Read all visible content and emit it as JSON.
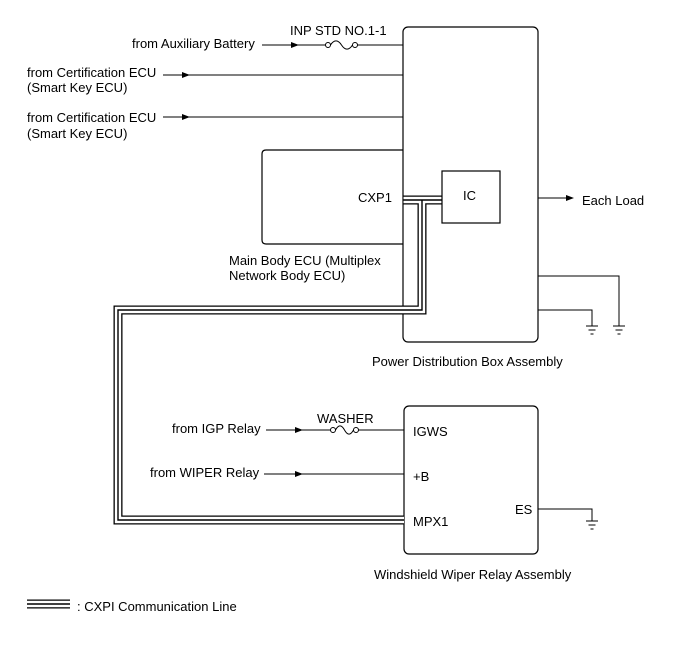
{
  "fuses": {
    "inp_std": "INP STD NO.1-1",
    "washer": "WASHER"
  },
  "inputs": {
    "auxiliary_battery": "from Auxiliary Battery",
    "certification_ecu_1": {
      "line1": "from Certification ECU",
      "line2": "(Smart Key ECU)"
    },
    "certification_ecu_2": {
      "line1": "from Certification ECU",
      "line2": "(Smart Key ECU)"
    },
    "igp_relay": "from IGP Relay",
    "wiper_relay": "from WIPER Relay"
  },
  "main_body_ecu": {
    "name_line1": "Main Body ECU (Multiplex",
    "name_line2": "Network Body ECU)",
    "terminal": "CXP1"
  },
  "power_distribution_box": {
    "name": "Power Distribution Box Assembly",
    "ic": "IC",
    "output": "Each Load"
  },
  "windshield_wiper_relay": {
    "name": "Windshield Wiper Relay Assembly",
    "terminals": {
      "igws": "IGWS",
      "plus_b": "+B",
      "mpx1": "MPX1",
      "es": "ES"
    }
  },
  "legend": {
    "cxpi_line": ": CXPI Communication Line"
  }
}
